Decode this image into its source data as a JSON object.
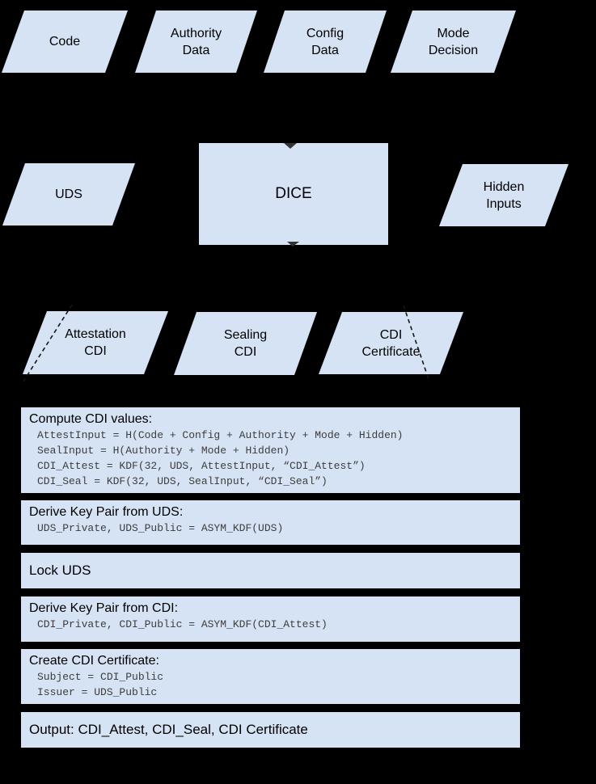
{
  "colors": {
    "background": "#000000",
    "shape_fill": "#d6e3f4",
    "label_text": "#000000",
    "code_text": "#3d3d3d",
    "dashed_line": "#161616"
  },
  "shapes": {
    "top_inputs": [
      {
        "label": "Code"
      },
      {
        "label": "Authority\nData"
      },
      {
        "label": "Config\nData"
      },
      {
        "label": "Mode\nDecision"
      }
    ],
    "uds_label": "UDS",
    "dice_label": "DICE",
    "hidden_label": "Hidden\nInputs",
    "cdi_outputs": [
      {
        "label": "Attestation\nCDI"
      },
      {
        "label": "Sealing\nCDI"
      },
      {
        "label": "CDI\nCertificate"
      }
    ]
  },
  "steps": [
    {
      "title": "Compute CDI values:",
      "code": [
        "AttestInput = H(Code + Config + Authority + Mode + Hidden)",
        "SealInput = H(Authority + Mode + Hidden)",
        "CDI_Attest = KDF(32, UDS, AttestInput, “CDI_Attest”)",
        "CDI_Seal = KDF(32, UDS, SealInput, “CDI_Seal”)"
      ]
    },
    {
      "title": "Derive Key Pair from UDS:",
      "code": [
        "UDS_Private, UDS_Public = ASYM_KDF(UDS)"
      ]
    },
    {
      "title": "Lock UDS",
      "code": []
    },
    {
      "title": "Derive Key Pair from CDI:",
      "code": [
        "CDI_Private, CDI_Public = ASYM_KDF(CDI_Attest)"
      ]
    },
    {
      "title": "Create CDI Certificate:",
      "code": [
        "Subject = CDI_Public",
        "Issuer = UDS_Public"
      ]
    },
    {
      "title": "Output: CDI_Attest, CDI_Seal, CDI Certificate",
      "code": []
    }
  ]
}
